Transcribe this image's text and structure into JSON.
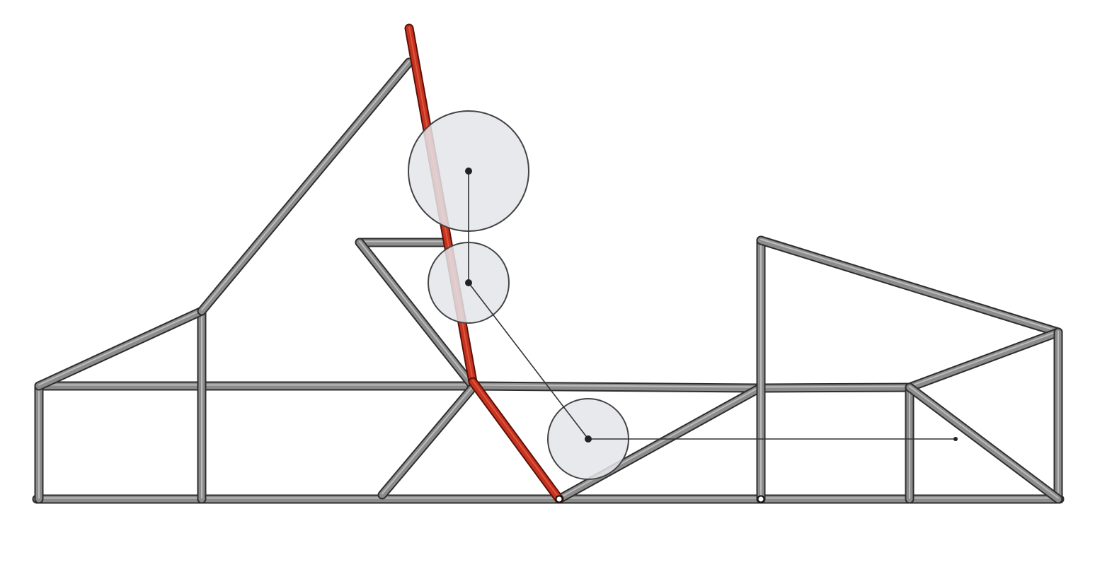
{
  "diagram": {
    "colors": {
      "tube": "#8c8c8c",
      "tube_outline": "#2e2e2e",
      "tube_highlight": "#c8c8c8",
      "main_hoop": "#c8321e",
      "main_hoop_outline": "#5a1208",
      "body_circle_fill": "#e4e5ea",
      "body_circle_stroke": "#444444",
      "link_line": "#333333"
    },
    "icons": [
      "frame-tube",
      "main-hoop-tube",
      "body-circle",
      "pivot-point"
    ]
  }
}
